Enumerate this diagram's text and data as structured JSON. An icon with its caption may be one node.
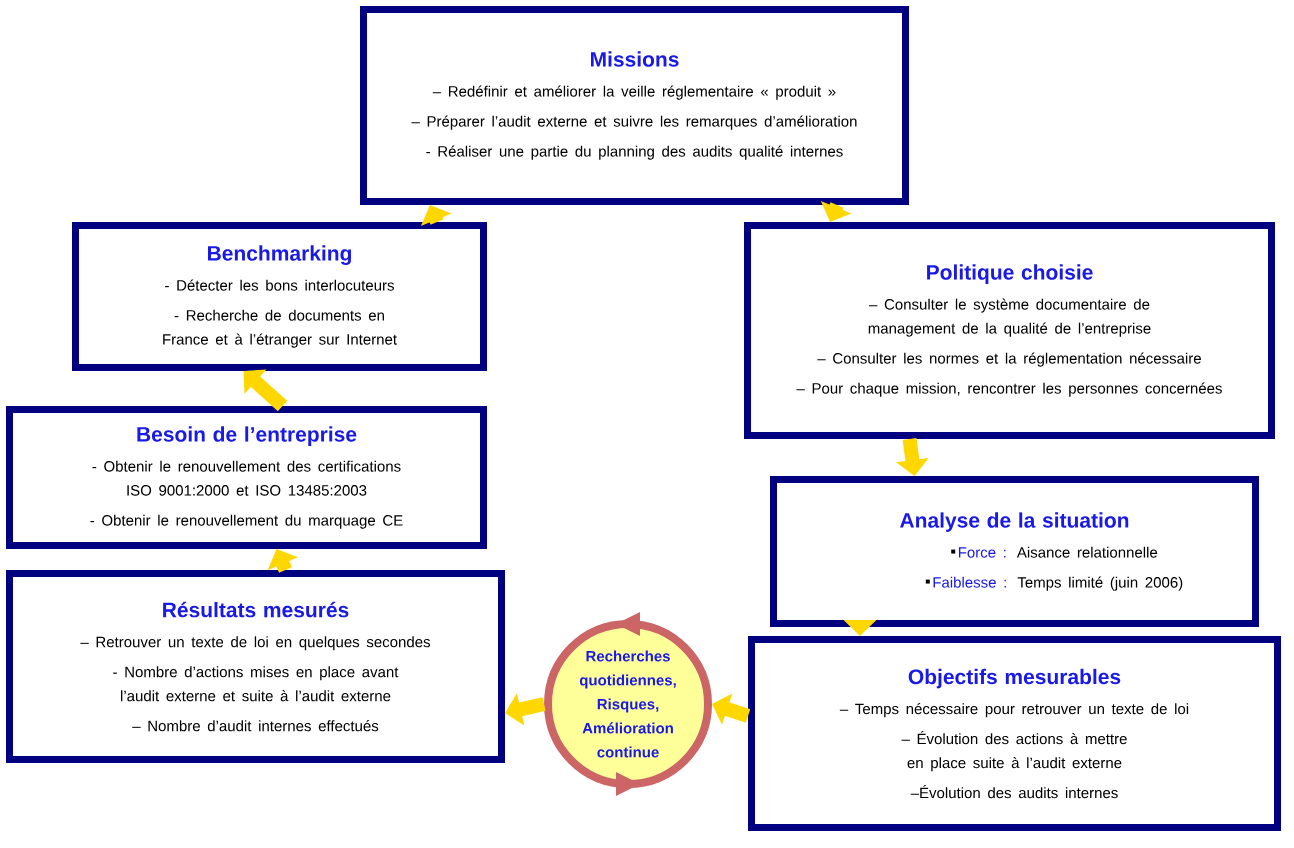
{
  "diagram": {
    "nodes": [
      {
        "text": [
          "Missions",
          "– Redéfinir et améliorer  la veille réglementaire « produit »",
          "– Préparer l’audit externe et suivre les remarques d’amélioration",
          "- Réaliser une partie du planning des audits qualité internes"
        ]
      },
      {
        "text": [
          "Benchmarking",
          "- Détecter les bons interlocuteurs",
          "- Recherche de documents en France et à l’étranger sur Internet"
        ]
      },
      {
        "text": [
          "Politique choisie",
          "– Consulter le système documentaire de management de la qualité de l’entreprise",
          "– Consulter les normes et la réglementation nécessaire",
          "– Pour chaque mission, rencontrer les personnes concernées"
        ]
      },
      {
        "text": [
          "Besoin de l’entreprise",
          "- Obtenir le renouvellement des certifications ISO 9001:2000 et ISO 13485:2003",
          "- Obtenir le renouvellement du marquage CE"
        ]
      },
      {
        "text": [
          "Analyse de la situation",
          "Force :",
          "Aisance relationnelle",
          "Faiblesse :",
          "Temps limité (juin 2006)"
        ]
      },
      {
        "text": [
          "Résultats mesurés",
          "– Retrouver un texte de loi en quelques secondes",
          "- Nombre d’actions mises en place avant l’audit externe et suite à l’audit externe",
          "– Nombre d’audit internes effectués"
        ]
      },
      {
        "text": [
          "Recherches quotidiennes, Risques, Amélioration continue"
        ]
      },
      {
        "text": [
          "Objectifs mesurables",
          "– Temps nécessaire pour retrouver un texte de loi",
          "– Évolution des actions à mettre en place suite à l’audit externe",
          "–Évolution des audits internes"
        ]
      }
    ],
    "edges": [
      {
        "from": 0,
        "to": 2,
        "arrow": "to"
      },
      {
        "from": 2,
        "to": 4,
        "arrow": "to"
      },
      {
        "from": 4,
        "to": 7,
        "arrow": "to"
      },
      {
        "from": 7,
        "to": 6,
        "arrow": "to"
      },
      {
        "from": 6,
        "to": 5,
        "arrow": "to"
      },
      {
        "from": 5,
        "to": 3,
        "arrow": "to"
      },
      {
        "from": 3,
        "to": 1,
        "arrow": "to"
      },
      {
        "from": 1,
        "to": 0,
        "arrow": "to"
      }
    ]
  }
}
